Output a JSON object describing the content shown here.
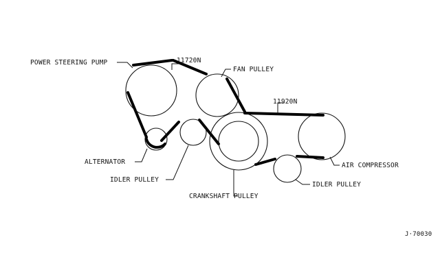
{
  "diagram": {
    "labels": {
      "power_steering_pump": "POWER STEERING PUMP",
      "belt_fan": "11720N",
      "fan_pulley": "FAN PULLEY",
      "belt_ac": "11920N",
      "alternator": "ALTERNATOR",
      "idler_pulley_left": "IDLER PULLEY",
      "crankshaft_pulley": "CRANKSHAFT PULLEY",
      "air_compressor": "AIR COMPRESSOR",
      "idler_pulley_right": "IDLER PULLEY"
    },
    "figure_code": "J·70030"
  }
}
